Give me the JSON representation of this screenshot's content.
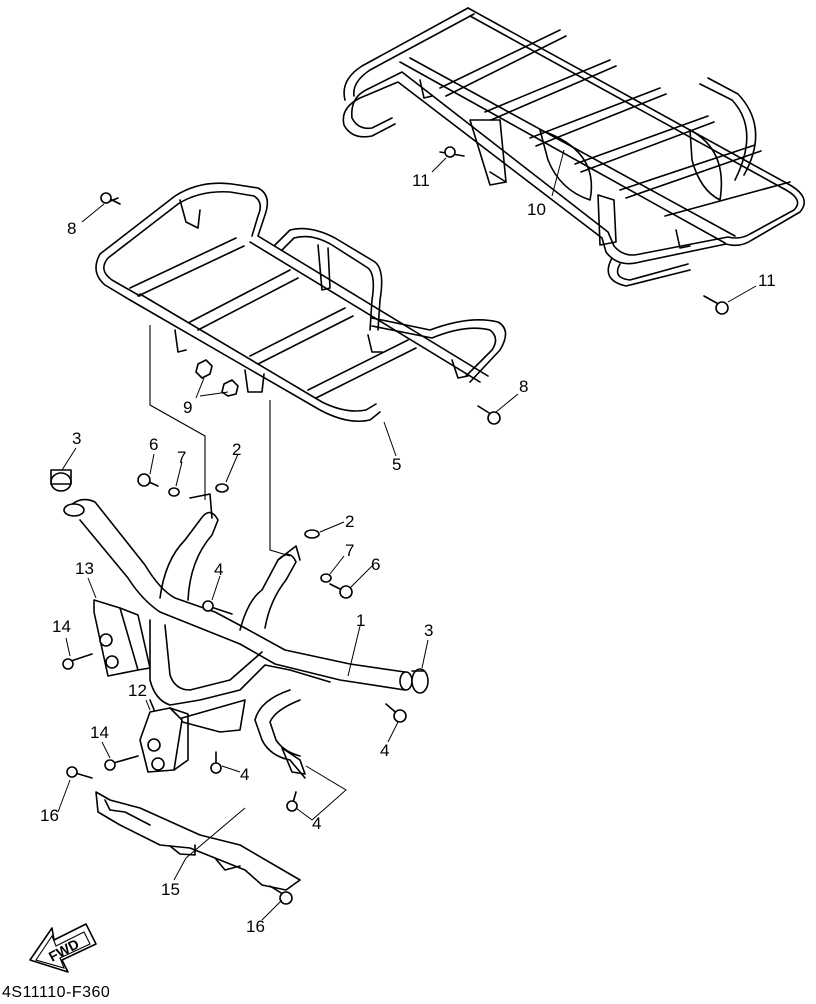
{
  "diagram": {
    "drawing_code": "4S11110-F360",
    "fwd_label": "FWD",
    "callouts": {
      "c1": "1",
      "c2a": "2",
      "c2b": "2",
      "c3a": "3",
      "c3b": "3",
      "c4a": "4",
      "c4b": "4",
      "c4c": "4",
      "c4d": "4",
      "c5": "5",
      "c6a": "6",
      "c6b": "6",
      "c7a": "7",
      "c7b": "7",
      "c8a": "8",
      "c8b": "8",
      "c9": "9",
      "c10": "10",
      "c11a": "11",
      "c11b": "11",
      "c12": "12",
      "c13": "13",
      "c14a": "14",
      "c14b": "14",
      "c15": "15",
      "c16a": "16",
      "c16b": "16"
    },
    "colors": {
      "line": "#000000",
      "background": "#ffffff"
    }
  }
}
